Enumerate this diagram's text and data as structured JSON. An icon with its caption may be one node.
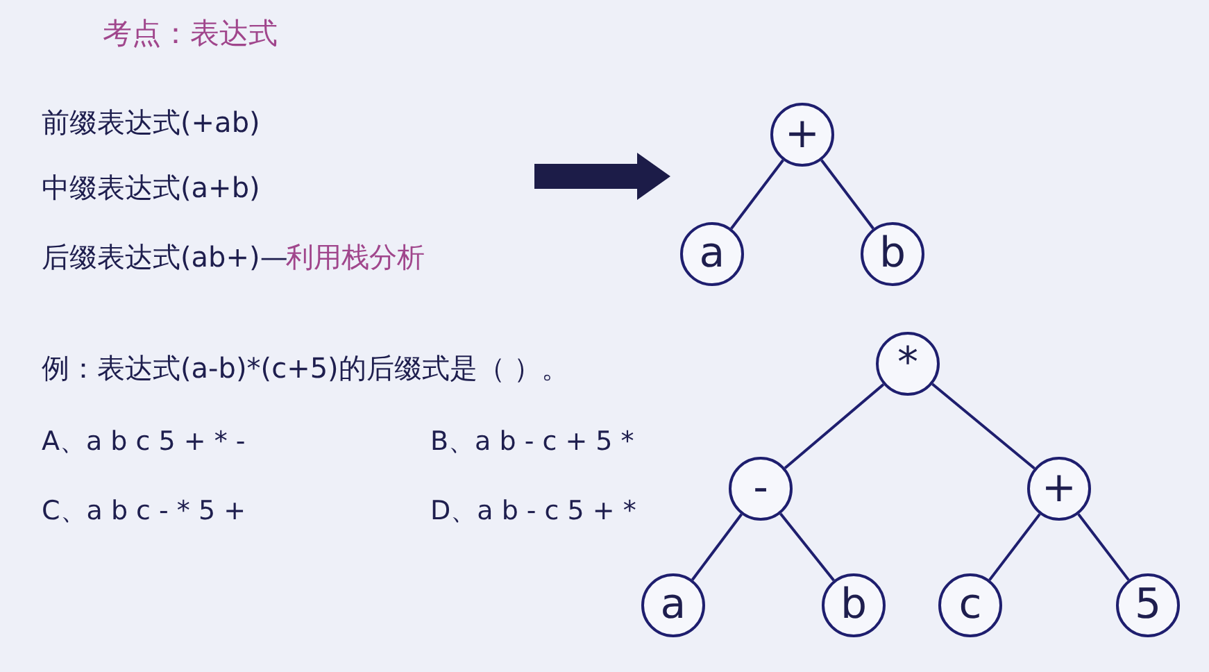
{
  "diagram": {
    "title": "考点：表达式",
    "nodes": [
      {
        "text": [
          "+"
        ]
      },
      {
        "text": [
          "a"
        ]
      },
      {
        "text": [
          "b"
        ]
      },
      {
        "text": [
          "*"
        ]
      },
      {
        "text": [
          "-"
        ]
      },
      {
        "text": [
          "+"
        ]
      },
      {
        "text": [
          "a"
        ]
      },
      {
        "text": [
          "b"
        ]
      },
      {
        "text": [
          "c"
        ]
      },
      {
        "text": [
          "5"
        ]
      }
    ],
    "edges": [
      {
        "from": 0,
        "to": 1,
        "arrow": "none"
      },
      {
        "from": 0,
        "to": 2,
        "arrow": "none"
      },
      {
        "from": 3,
        "to": 4,
        "arrow": "none"
      },
      {
        "from": 3,
        "to": 5,
        "arrow": "none"
      },
      {
        "from": 4,
        "to": 6,
        "arrow": "none"
      },
      {
        "from": 4,
        "to": 7,
        "arrow": "none"
      },
      {
        "from": 5,
        "to": 8,
        "arrow": "none"
      },
      {
        "from": 5,
        "to": 9,
        "arrow": "none"
      }
    ],
    "labels": [
      "前缀表达式(+ab)",
      "中缀表达式(a+b)",
      "后缀表达式(ab+)—",
      "利用栈分析",
      "例：表达式(a-b)*(c+5)的后缀式是（ ）。",
      "A、a b c 5 + * -",
      "B、a b - c + 5 *",
      "C、a b c - * 5 +",
      "D、a b - c 5 + *"
    ]
  }
}
